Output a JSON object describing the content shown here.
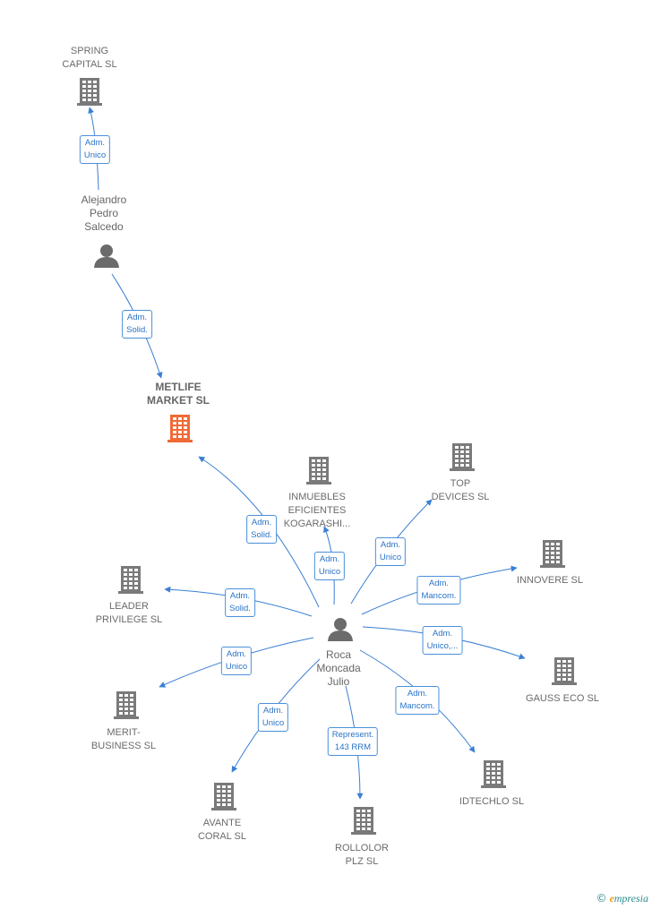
{
  "colors": {
    "edge": "#3a7fd4",
    "building": "#7a7a7a",
    "main_building": "#f06a35",
    "person": "#6b6b6b"
  },
  "nodes": [
    {
      "id": "spring",
      "kind": "building",
      "label": "SPRING\nCAPITAL  SL"
    },
    {
      "id": "alejandro",
      "kind": "person",
      "label": "Alejandro\nPedro\nSalcedo"
    },
    {
      "id": "metlife",
      "kind": "main",
      "label": "METLIFE\nMARKET  SL"
    },
    {
      "id": "inmuebles",
      "kind": "building",
      "label": "INMUEBLES\nEFICIENTES\nKOGARASHI..."
    },
    {
      "id": "top",
      "kind": "building",
      "label": "TOP\nDEVICES SL"
    },
    {
      "id": "innovere",
      "kind": "building",
      "label": "INNOVERE SL"
    },
    {
      "id": "leader",
      "kind": "building",
      "label": "LEADER\nPRIVILEGE  SL"
    },
    {
      "id": "roca",
      "kind": "person",
      "label": "Roca\nMoncada\nJulio"
    },
    {
      "id": "gauss",
      "kind": "building",
      "label": "GAUSS ECO SL"
    },
    {
      "id": "merit",
      "kind": "building",
      "label": "MERIT-\nBUSINESS  SL"
    },
    {
      "id": "idtechlo",
      "kind": "building",
      "label": "IDTECHLO SL"
    },
    {
      "id": "avante",
      "kind": "building",
      "label": "AVANTE\nCORAL  SL"
    },
    {
      "id": "rollolor",
      "kind": "building",
      "label": "ROLLOLOR\nPLZ SL"
    }
  ],
  "edges": [
    {
      "from": "alejandro",
      "to": "spring",
      "label": "Adm.\nUnico"
    },
    {
      "from": "alejandro",
      "to": "metlife",
      "label": "Adm.\nSolid."
    },
    {
      "from": "roca",
      "to": "metlife",
      "label": "Adm.\nSolid."
    },
    {
      "from": "roca",
      "to": "inmuebles",
      "label": "Adm.\nUnico"
    },
    {
      "from": "roca",
      "to": "top",
      "label": "Adm.\nUnico"
    },
    {
      "from": "roca",
      "to": "innovere",
      "label": "Adm.\nMancom."
    },
    {
      "from": "roca",
      "to": "leader",
      "label": "Adm.\nSolid."
    },
    {
      "from": "roca",
      "to": "gauss",
      "label": "Adm.\nUnico,..."
    },
    {
      "from": "roca",
      "to": "merit",
      "label": "Adm.\nUnico"
    },
    {
      "from": "roca",
      "to": "idtechlo",
      "label": "Adm.\nMancom."
    },
    {
      "from": "roca",
      "to": "avante",
      "label": "Adm.\nUnico"
    },
    {
      "from": "roca",
      "to": "rollolor",
      "label": "Represent.\n143 RRM"
    }
  ],
  "footer": {
    "copyright": "©",
    "brand_first": "e",
    "brand_rest": "mpresia"
  }
}
